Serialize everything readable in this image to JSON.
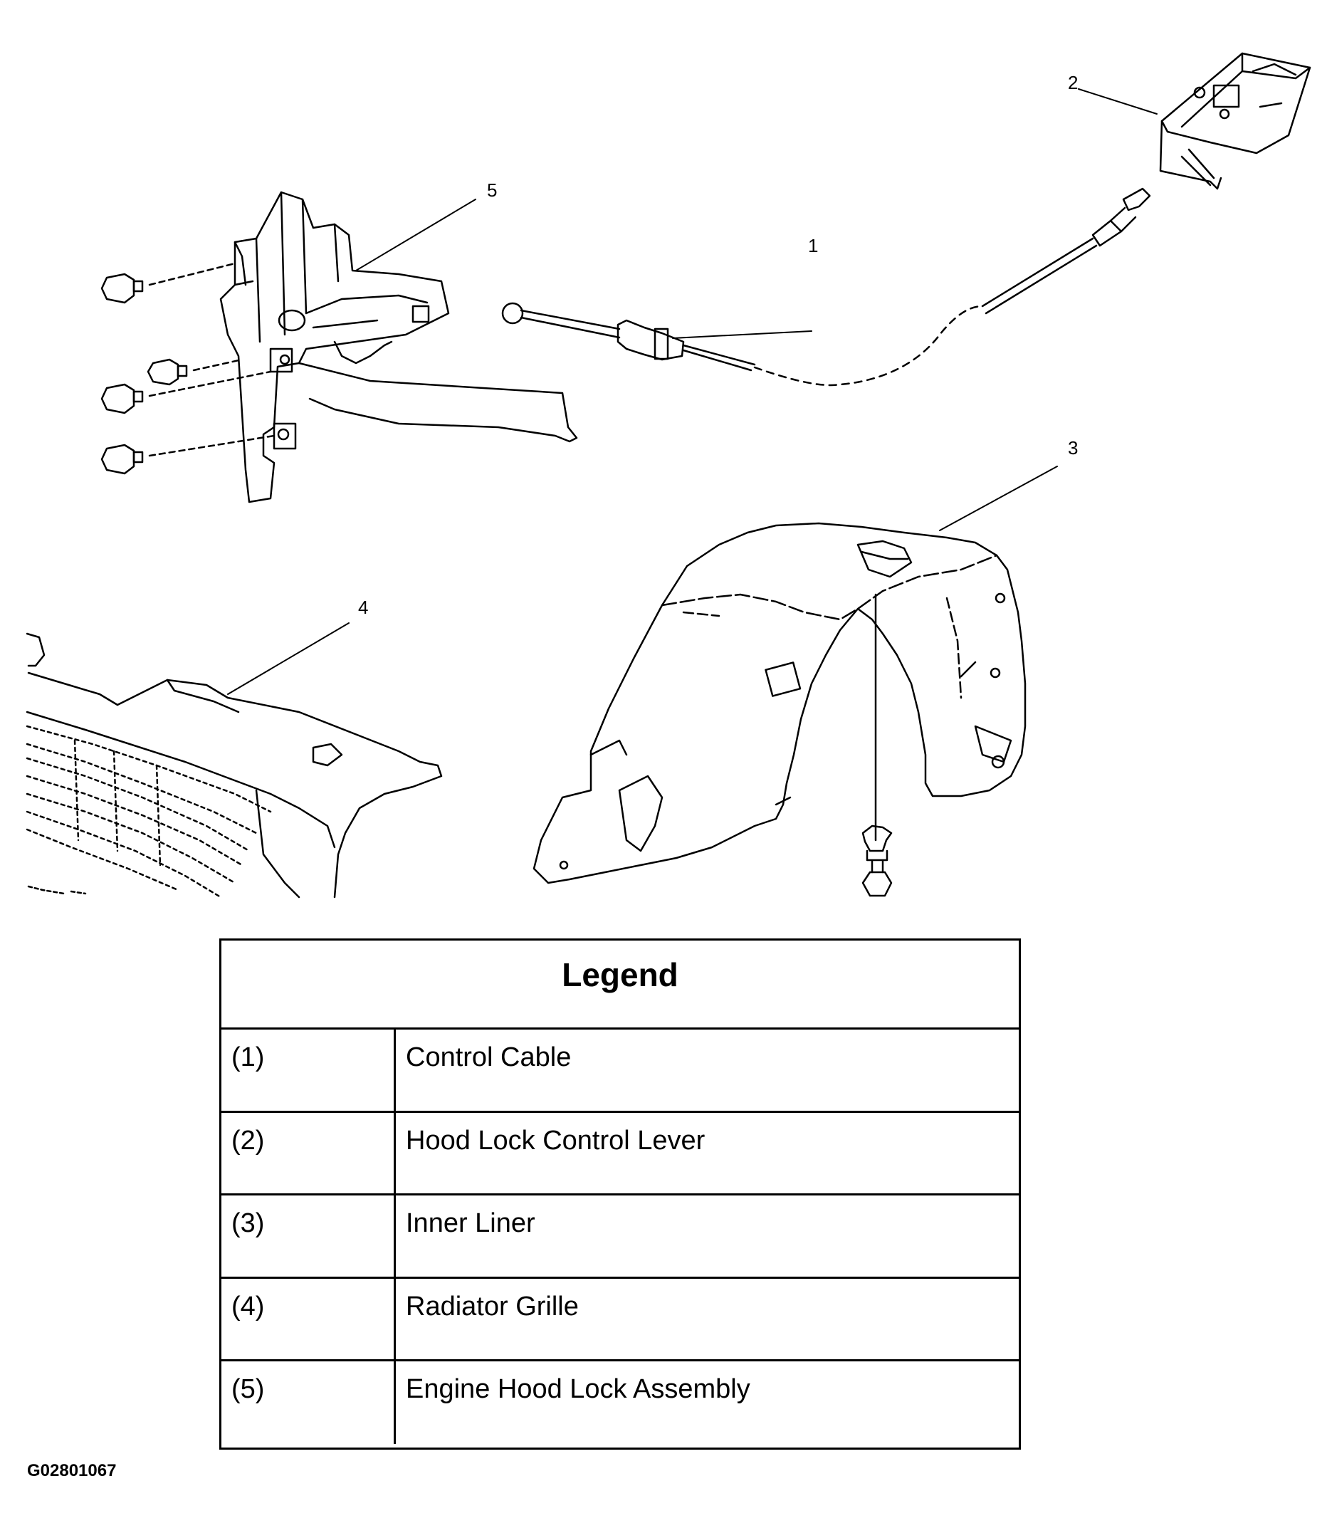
{
  "callouts": [
    "1",
    "2",
    "3",
    "4",
    "5"
  ],
  "legend": {
    "title": "Legend",
    "rows": [
      {
        "num": "(1)",
        "desc": "Control Cable"
      },
      {
        "num": "(2)",
        "desc": "Hood Lock Control Lever"
      },
      {
        "num": "(3)",
        "desc": "Inner Liner"
      },
      {
        "num": "(4)",
        "desc": "Radiator Grille"
      },
      {
        "num": "(5)",
        "desc": "Engine Hood Lock Assembly"
      }
    ]
  },
  "figure_id": "G02801067"
}
